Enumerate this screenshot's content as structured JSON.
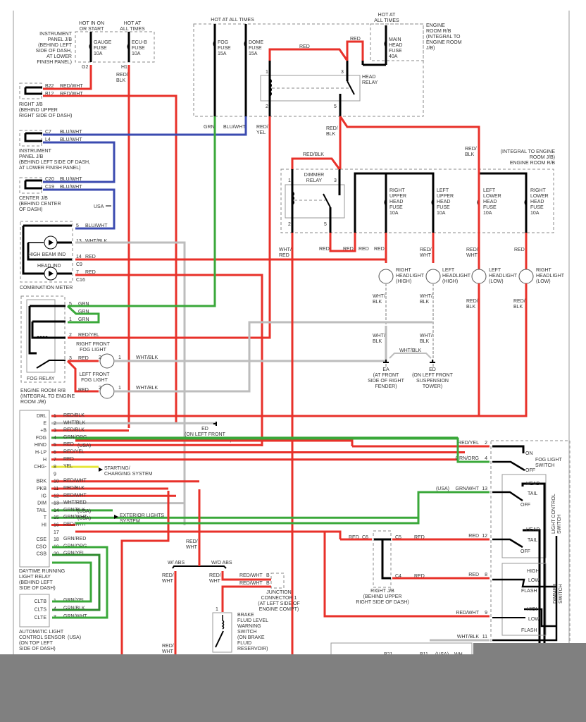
{
  "colors": {
    "red": "#e8312a",
    "green": "#3aa83a",
    "blue": "#3b4bb0",
    "gray": "#bdbdbd",
    "yellow": "#e6e63a",
    "black": "#000000",
    "overlay": "#808080"
  },
  "top": {
    "hot_on_start": "HOT IN ON\nOR START",
    "hot_all_times_1": "HOT AT\nALL TIMES",
    "hot_all_times_2": "HOT AT ALL TIMES",
    "hot_all_times_3": "HOT AT\nALL TIMES",
    "ip_jb": "INSTRUMENT\nPANEL J/B\n(BEHIND LEFT\nSIDE OF DASH,\nAT LOWER\nFINISH PANEL)",
    "gauge_fuse": "GAUGE\nFUSE\n10A",
    "ecub_fuse": "ECU-B\nFUSE\n10A",
    "fog_fuse": "FOG\nFUSE\n15A",
    "dome_fuse": "DOME\nFUSE\n15A",
    "main_head_fuse": "MAIN\nHEAD\nFUSE\n40A",
    "engine_rb": "ENGINE\nROOM R/B\n(INTEGRAL TO\nENGINE ROOM\nJ/B)",
    "head_relay": "HEAD\nRELAY",
    "g2": "G2",
    "h1": "H1",
    "red_blk": "RED/\nBLK",
    "red": "RED"
  },
  "left": {
    "right_jb": "RIGHT J/B\n(BEHIND UPPER\nRIGHT SIDE OF DASH)",
    "b22": "B22",
    "b12": "B12",
    "redwht": "RED/WHT",
    "c7": "C7",
    "l4": "L4",
    "bluwht": "BLU/WHT",
    "ip_jb2": "INSTRUMENT\nPANEL J/B\n(BEHIND LEFT SIDE OF DASH,\nAT LOWER FINISH PANEL)",
    "c20": "C20",
    "c19": "C19",
    "center_jb": "CENTER J/B\n(BEHIND CENTER\nOF DASH)",
    "usa_arrow": "USA",
    "combo_meter": "COMBINATION METER",
    "high_beam_ind": "HIGH BEAM IND",
    "head_ind": "HEAD IND",
    "meter_pins": [
      {
        "pin": "5",
        "wire": "BLU/WHT"
      },
      {
        "pin": "13",
        "wire": "WHT/BLK"
      },
      {
        "pin": "14",
        "wire": "RED",
        "conn": "C9"
      },
      {
        "pin": "7",
        "wire": "RED",
        "conn": "C16"
      }
    ],
    "fog_relay": "FOG RELAY",
    "engine_rb2": "ENGINE ROOM R/B\n(INTEGRAL TO ENGINE\nROOM J/B)",
    "fog_pins": [
      {
        "pin": "5",
        "wire": "GRN"
      },
      {
        "pin": "",
        "wire": "GRN"
      },
      {
        "pin": "1",
        "wire": "GRN"
      },
      {
        "pin": "2",
        "wire": "RED/YEL"
      },
      {
        "pin": "3",
        "wire": "RED"
      }
    ],
    "right_fog": "RIGHT FRONT\nFOG LIGHT",
    "left_fog": "LEFT FRONT\nFOG LIGHT",
    "fog_red": "RED",
    "fog_whtblk": "WHT/BLK"
  },
  "drl": {
    "title": "DAYTIME RUNNING\nLIGHT RELAY\n(BEHIND LEFT\nSIDE OF DASH)",
    "pins": [
      {
        "name": "DRL",
        "pin": "1",
        "wire": "RED/BLK"
      },
      {
        "name": "E",
        "pin": "2",
        "wire": "WHT/BLK"
      },
      {
        "name": "+B",
        "pin": "3",
        "wire": "RED/BLK"
      },
      {
        "name": "FOG",
        "pin": "4",
        "wire": "GRN/ORG"
      },
      {
        "name": "HIND",
        "pin": "5",
        "wire": "RED",
        "note": "(USA)"
      },
      {
        "name": "H-LP",
        "pin": "6",
        "wire": "RED/YEL"
      },
      {
        "name": "H",
        "pin": "7",
        "wire": "RED"
      },
      {
        "name": "CHG-",
        "pin": "8",
        "wire": "YEL"
      },
      {
        "name": "",
        "pin": "9",
        "wire": ""
      },
      {
        "name": "BRK",
        "pin": "10",
        "wire": "RED/WHT"
      },
      {
        "name": "PKB",
        "pin": "11",
        "wire": "RED/BLK"
      },
      {
        "name": "IG",
        "pin": "12",
        "wire": "RED/WHT"
      },
      {
        "name": "DIM",
        "pin": "13",
        "wire": "WHT/RED"
      },
      {
        "name": "TAIL",
        "pin": "14",
        "wire": "GRN/BLK",
        "note": "(USA)"
      },
      {
        "name": "T",
        "pin": "15",
        "wire": "GRN/WHT",
        "note": "(USA)"
      },
      {
        "name": "HI",
        "pin": "16",
        "wire": "RED/WHT"
      },
      {
        "name": "",
        "pin": "17",
        "wire": ""
      },
      {
        "name": "CSE",
        "pin": "18",
        "wire": "GRN/RED"
      },
      {
        "name": "CSO",
        "pin": "19",
        "wire": "GRN/ORG"
      },
      {
        "name": "CSB",
        "pin": "20",
        "wire": "GRN/YEL"
      }
    ],
    "ed_ground": "ED\n(ON LEFT FRONT\nSUSPENSION TOWER)",
    "charging": "STARTING/\nCHARGING SYSTEM",
    "exterior": "EXTERIOR LIGHTS\nSYSTEM"
  },
  "sensor": {
    "title": "AUTOMATIC LIGHT\nCONTROL SENSOR",
    "usa": "(USA)",
    "location": "(ON TOP LEFT\nSIDE OF DASH)",
    "pins": [
      {
        "name": "CLTB",
        "pin": "1",
        "wire": "GRN/YEL"
      },
      {
        "name": "CLTS",
        "pin": "4",
        "wire": "GRN/BLK"
      },
      {
        "name": "CLTE",
        "pin": "3",
        "wire": "GRN/WHT"
      }
    ]
  },
  "center": {
    "grn": "GRN",
    "bluwht": "BLU/WHT",
    "red_yel": "RED/\nYEL",
    "red_blk": "RED/\nBLK",
    "red_blk2": "RED/BLK",
    "dimmer_relay": "DIMMER\nRELAY",
    "wht_red": "WHT/\nRED",
    "red": "RED",
    "integral": "(INTEGRAL TO ENGINE\nROOM J/B)\nENGINE ROOM R/B",
    "fuses": [
      "RIGHT\nUPPER\nHEAD\nFUSE\n10A",
      "LEFT\nUPPER\nHEAD\nFUSE\n10A",
      "LEFT\nLOWER\nHEAD\nFUSE\n10A",
      "RIGHT\nLOWER\nHEAD\nFUSE\n10A"
    ],
    "headlights": [
      {
        "label": "RIGHT\nHEADLIGHT\n(HIGH)",
        "top": "RED",
        "bottom": "WHT/\nBLK"
      },
      {
        "label": "LEFT\nHEADLIGHT\n(HIGH)",
        "top": "RED/\nWHT",
        "bottom": "WHT/\nBLK"
      },
      {
        "label": "LEFT\nHEADLIGHT\n(LOW)",
        "top": "RED/\nWHT",
        "bottom": "RED/\nBLK"
      },
      {
        "label": "RIGHT\nHEADLIGHT\n(LOW)",
        "top": "RED",
        "bottom": "RED/\nBLK"
      }
    ],
    "ea": "EA\n(AT FRONT\nSIDE OF RIGHT\nFENDER)",
    "ed": "ED\n(ON LEFT FRONT\nSUSPENSION\nTOWER)",
    "wht_blk": "WHT/\nBLK",
    "wht_blk2": "WHT/BLK"
  },
  "brake": {
    "red_wht": "RED/\nWHT",
    "w_abs": "W/ ABS",
    "wo_abs": "W/O ABS",
    "redwht_b": "RED/WHT",
    "b": "B",
    "junction": "JUNCTION\nCONNECTOR 1\n(AT LEFT SIDE OF\nENGINE COMPT)",
    "switch": "BRAKE\nFLUID LEVEL\nWARNING\nSWITCH\n(ON BRAKE\nFLUID\nRESERVOIR)",
    "pin1": "1"
  },
  "right": {
    "right_jb": "RIGHT J/B\n(BEHIND UPPER\nRIGHT SIDE OF DASH)",
    "c6": "C6",
    "c5": "C5",
    "c4": "C4",
    "fog_switch": "FOG LIGHT\nSWITCH",
    "on": "ON",
    "off": "OFF",
    "light_control": "LIGHT CONTROL\nSWITCH",
    "head": "HEAD",
    "tail": "TAIL",
    "dimmer_switch": "DIMMER\nSWITCH",
    "high": "HIGH",
    "low": "LOW",
    "flash": "FLASH",
    "pins": [
      {
        "pin": "2",
        "wire": "RED/YEL"
      },
      {
        "pin": "4",
        "wire": "GRN/ORG"
      },
      {
        "pin": "13",
        "wire": "GRN/WHT",
        "note": "(USA)"
      },
      {
        "pin": "12",
        "wire": "RED"
      },
      {
        "pin": "8",
        "wire": "RED"
      },
      {
        "pin": "9",
        "wire": "RED/WHT"
      },
      {
        "pin": "11",
        "wire": "WHT/BLK"
      }
    ],
    "b21": "B21",
    "b11": "B11",
    "usa": "(USA)",
    "wh": "WH"
  }
}
